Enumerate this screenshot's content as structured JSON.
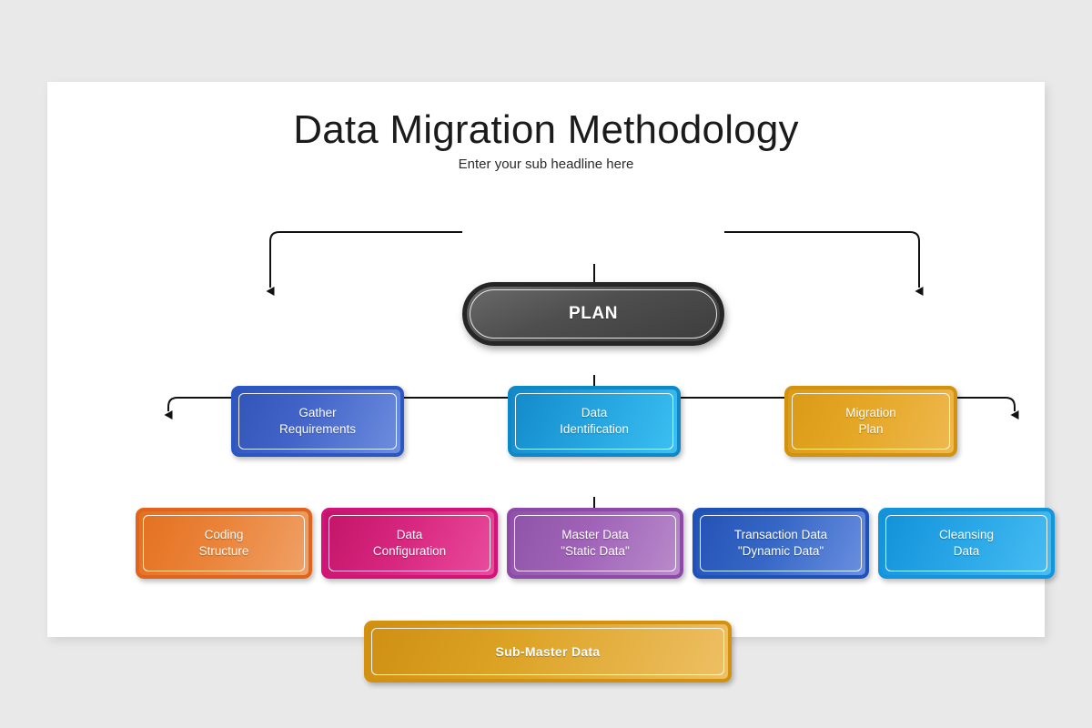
{
  "slide": {
    "title": "Data Migration Methodology",
    "subtitle": "Enter your sub headline here",
    "background_color": "#e9e9ea",
    "card_color": "#ffffff"
  },
  "diagram": {
    "root": {
      "label": "PLAN",
      "color": "#4e4e4e",
      "border_color": "#262626"
    },
    "level2": [
      {
        "label": "Gather\nRequirements",
        "color": "#4264c9",
        "border_color": "#2b57c4"
      },
      {
        "label": "Data\nIdentification",
        "color": "#23a2de",
        "border_color": "#0f88c8"
      },
      {
        "label": "Migration\nPlan",
        "color": "#e5a726",
        "border_color": "#d2920f"
      }
    ],
    "level3": [
      {
        "label": "Coding\nStructure",
        "color": "#ea8339",
        "border_color": "#e0641c"
      },
      {
        "label": "Data\nConfiguration",
        "color": "#d7267f",
        "border_color": "#d4137a"
      },
      {
        "label": "Master Data\n\"Static Data\"",
        "color": "#a063b8",
        "border_color": "#8e4aa8"
      },
      {
        "label": "Transaction Data\n\"Dynamic Data\"",
        "color": "#3667c6",
        "border_color": "#1f52b8"
      },
      {
        "label": "Cleansing\nData",
        "color": "#27a5e6",
        "border_color": "#1295dc"
      }
    ],
    "level4": [
      {
        "label": "Sub-Master Data",
        "color": "#dca324",
        "border_color": "#d4910e"
      }
    ],
    "connector_color": "#111111"
  }
}
